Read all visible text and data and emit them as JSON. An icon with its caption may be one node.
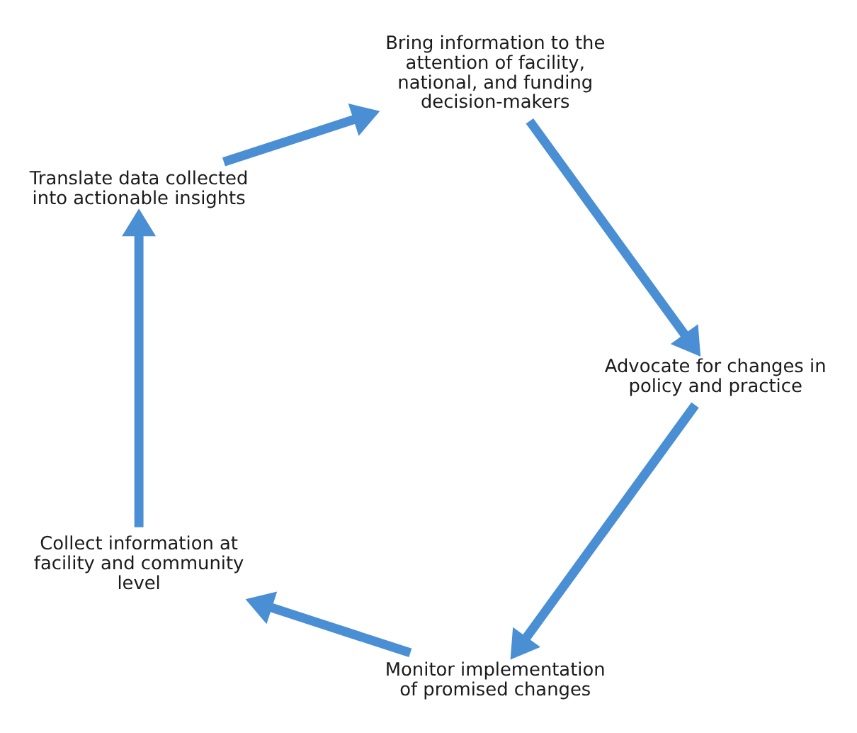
{
  "diagram": {
    "nodes": [
      {
        "text": [
          "Monitor implementation of promised changes"
        ]
      },
      {
        "text": [
          "Collect information at facility and community level"
        ]
      },
      {
        "text": [
          "Advocate for changes in policy and practice"
        ]
      },
      {
        "text": [
          "Translate data collected into actionable insights"
        ]
      },
      {
        "text": [
          "Bring information to the attention of facility, national, and funding decision-makers"
        ]
      }
    ],
    "edges": [
      {
        "from": 0,
        "to": 1,
        "arrow": "to"
      },
      {
        "from": 1,
        "to": 3,
        "arrow": "to"
      },
      {
        "from": 3,
        "to": 4,
        "arrow": "to"
      },
      {
        "from": 4,
        "to": 2,
        "arrow": "to"
      },
      {
        "from": 2,
        "to": 0,
        "arrow": "to"
      }
    ]
  }
}
